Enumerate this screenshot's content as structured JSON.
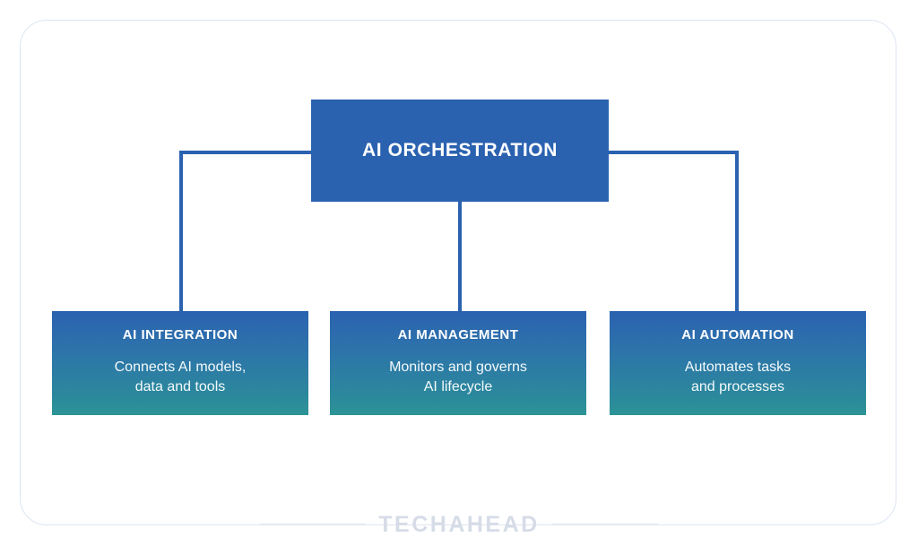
{
  "card": {
    "border_color": "#dde5f2",
    "background": "#ffffff"
  },
  "diagram": {
    "type": "hierarchy-tree",
    "root": {
      "title": "AI ORCHESTRATION",
      "color": "#2a62b0",
      "text_color": "#ffffff"
    },
    "children": [
      {
        "title": "AI INTEGRATION",
        "description": "Connects AI models,\ndata and tools",
        "gradient_from": "#2a62b0",
        "gradient_to": "#2c9496"
      },
      {
        "title": "AI MANAGEMENT",
        "description": "Monitors and governs\nAI lifecycle",
        "gradient_from": "#2a62b0",
        "gradient_to": "#2c9496"
      },
      {
        "title": "AI AUTOMATION",
        "description": "Automates tasks\nand processes",
        "gradient_from": "#2a62b0",
        "gradient_to": "#2c9496"
      }
    ],
    "connector_color": "#2a62b0"
  },
  "footer": {
    "brand": "TECHAHEAD",
    "brand_color": "#d6dce7",
    "rule_color": "#e3e8f0"
  }
}
